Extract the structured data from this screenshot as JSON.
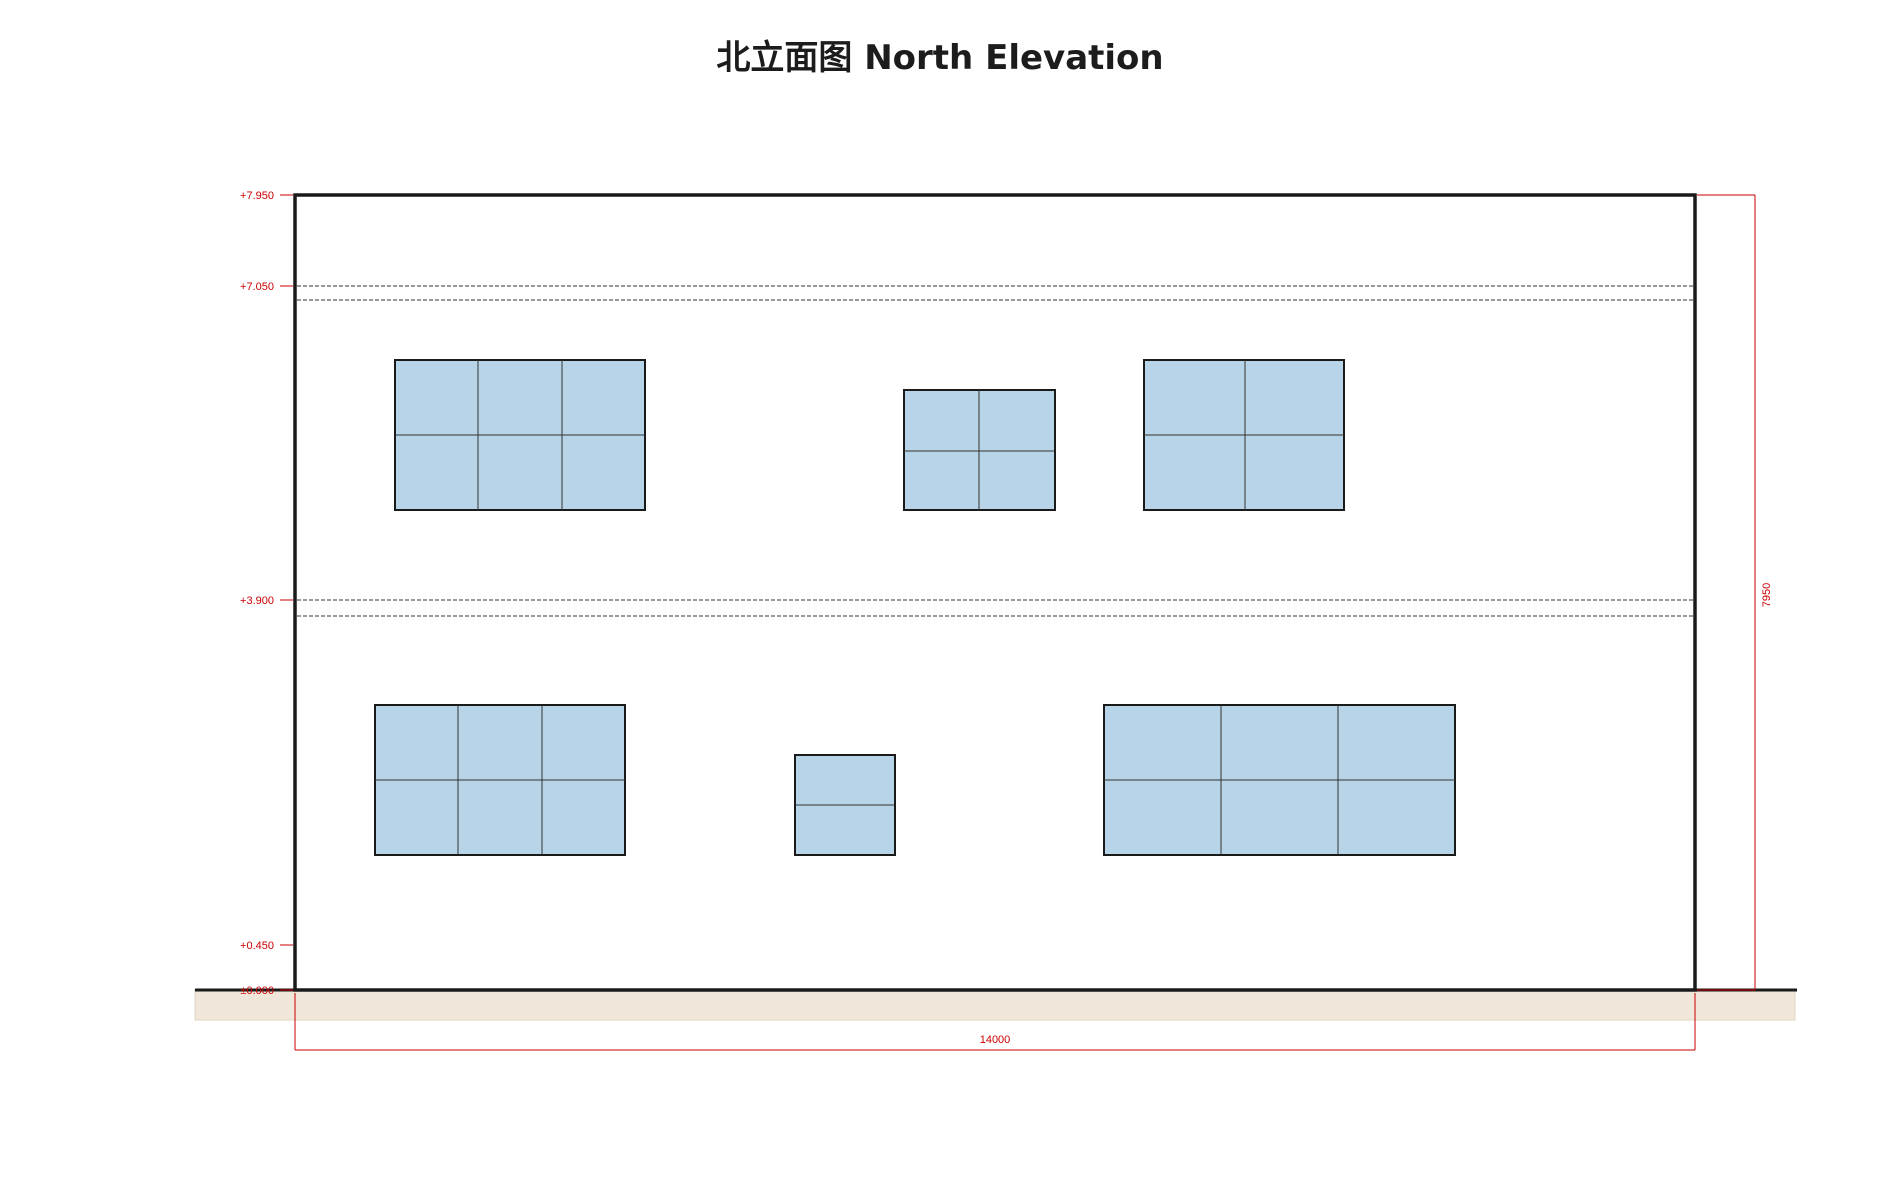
{
  "title": "北立面图  North Elevation",
  "levels": {
    "roof": "+7.950",
    "eave": "+7.050",
    "floor2": "+3.900",
    "plinth": "+0.450",
    "ground": "±0.000"
  },
  "dimensions": {
    "width": "14000",
    "height": "7950"
  },
  "colors": {
    "outline": "#1a1a1a",
    "glass": "#b8d4e8",
    "dimension": "#cc0000",
    "ground_fill": "#f0e6da"
  }
}
